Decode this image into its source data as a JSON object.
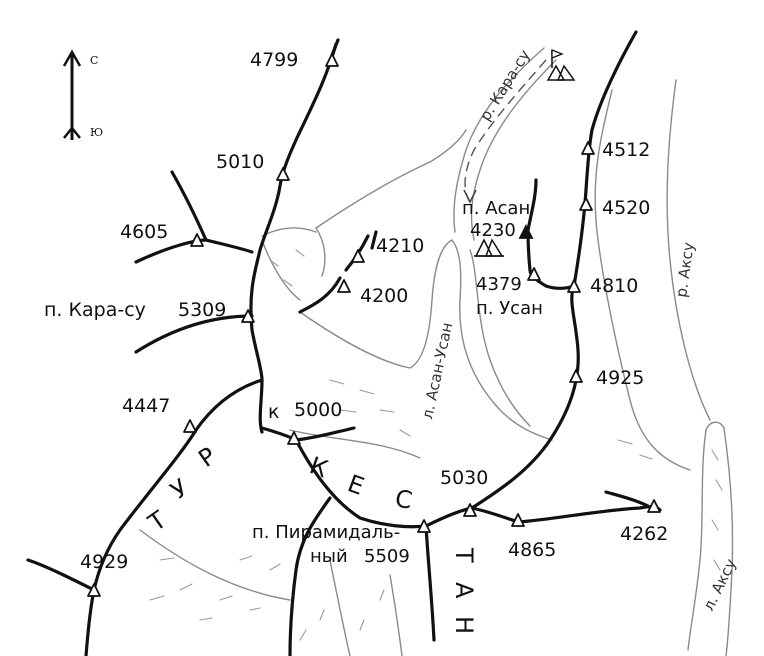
{
  "compass": {
    "north": "С",
    "south": "Ю"
  },
  "peaks": {
    "p4799": "4799",
    "p5010": "5010",
    "p4605": "4605",
    "p4210": "4210",
    "p4200": "4200",
    "karasu_name": "п. Кара-су",
    "karasu_height": "5309",
    "p4447": "4447",
    "p5000": "5000",
    "p5000_prefix": "к",
    "asan_name": "п. Асан",
    "asan_height": "4230",
    "usan_height": "4379",
    "usan_name": "п. Усан",
    "p4512": "4512",
    "p4520": "4520",
    "p4810": "4810",
    "p4925": "4925",
    "p5030": "5030",
    "p4865": "4865",
    "p4262": "4262",
    "p4929": "4929",
    "piramid_name_1": "п. Пирамидаль-",
    "piramid_name_2": "ный",
    "piramid_height": "5509"
  },
  "rivers": {
    "karasu": "р. Кара-су",
    "aksu_river": "р. Аксу",
    "asan_usan_glacier": "л. Асан-Усан",
    "aksu_glacier": "л. Аксу"
  },
  "range_name_letters": [
    "Т",
    "У",
    "Р",
    "К",
    "Е",
    "С",
    "Т",
    "А",
    "Н"
  ]
}
